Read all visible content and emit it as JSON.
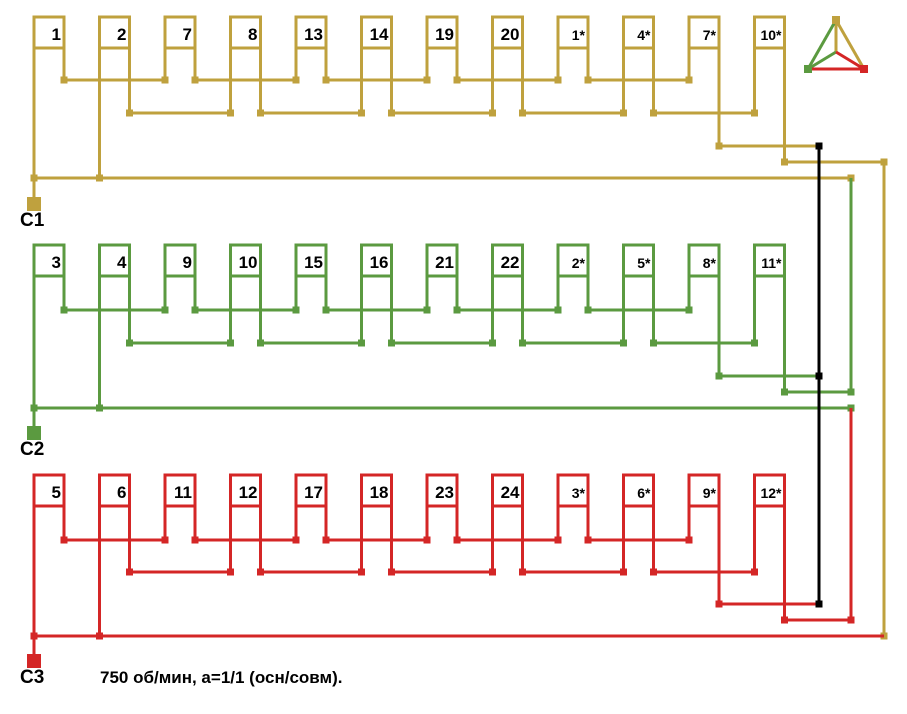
{
  "colors": {
    "phase1": "#bfa13e",
    "phase2": "#5b9a40",
    "phase3": "#d42626",
    "star": "#000000"
  },
  "phases": [
    {
      "terminal": "C1",
      "color_key": "phase1",
      "coils": [
        "1",
        "2",
        "7",
        "8",
        "13",
        "14",
        "19",
        "20",
        "1*",
        "4*",
        "7*",
        "10*"
      ]
    },
    {
      "terminal": "C2",
      "color_key": "phase2",
      "coils": [
        "3",
        "4",
        "9",
        "10",
        "15",
        "16",
        "21",
        "22",
        "2*",
        "5*",
        "8*",
        "11*"
      ]
    },
    {
      "terminal": "C3",
      "color_key": "phase3",
      "coils": [
        "5",
        "6",
        "11",
        "12",
        "17",
        "18",
        "23",
        "24",
        "3*",
        "6*",
        "9*",
        "12*"
      ]
    }
  ],
  "caption": "750 об/мин, а=1/1 (осн/совм).",
  "legend_icon": "delta-star-phase-icon"
}
